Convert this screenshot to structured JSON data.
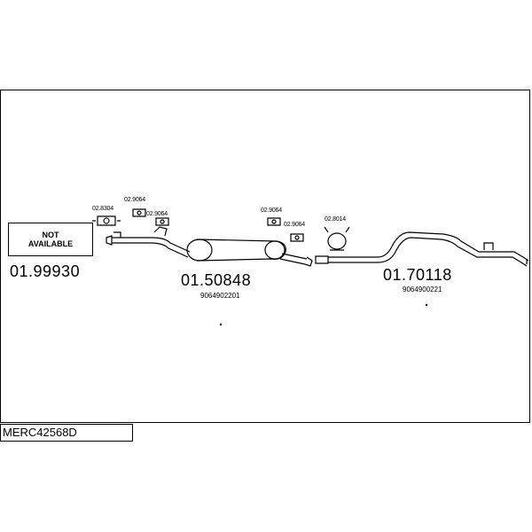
{
  "not_available": {
    "line1": "NOT",
    "line2": "AVAILABLE"
  },
  "parts": [
    {
      "number": "01.99930",
      "oem": ""
    },
    {
      "number": "01.50848",
      "oem": "9064902201"
    },
    {
      "number": "01.70118",
      "oem": "9064900221"
    }
  ],
  "accessories": [
    "02.8304",
    "02.9064",
    "02.9064",
    "02.9064",
    "02.9064",
    "02.8014"
  ],
  "model_code": "MERC42568D"
}
